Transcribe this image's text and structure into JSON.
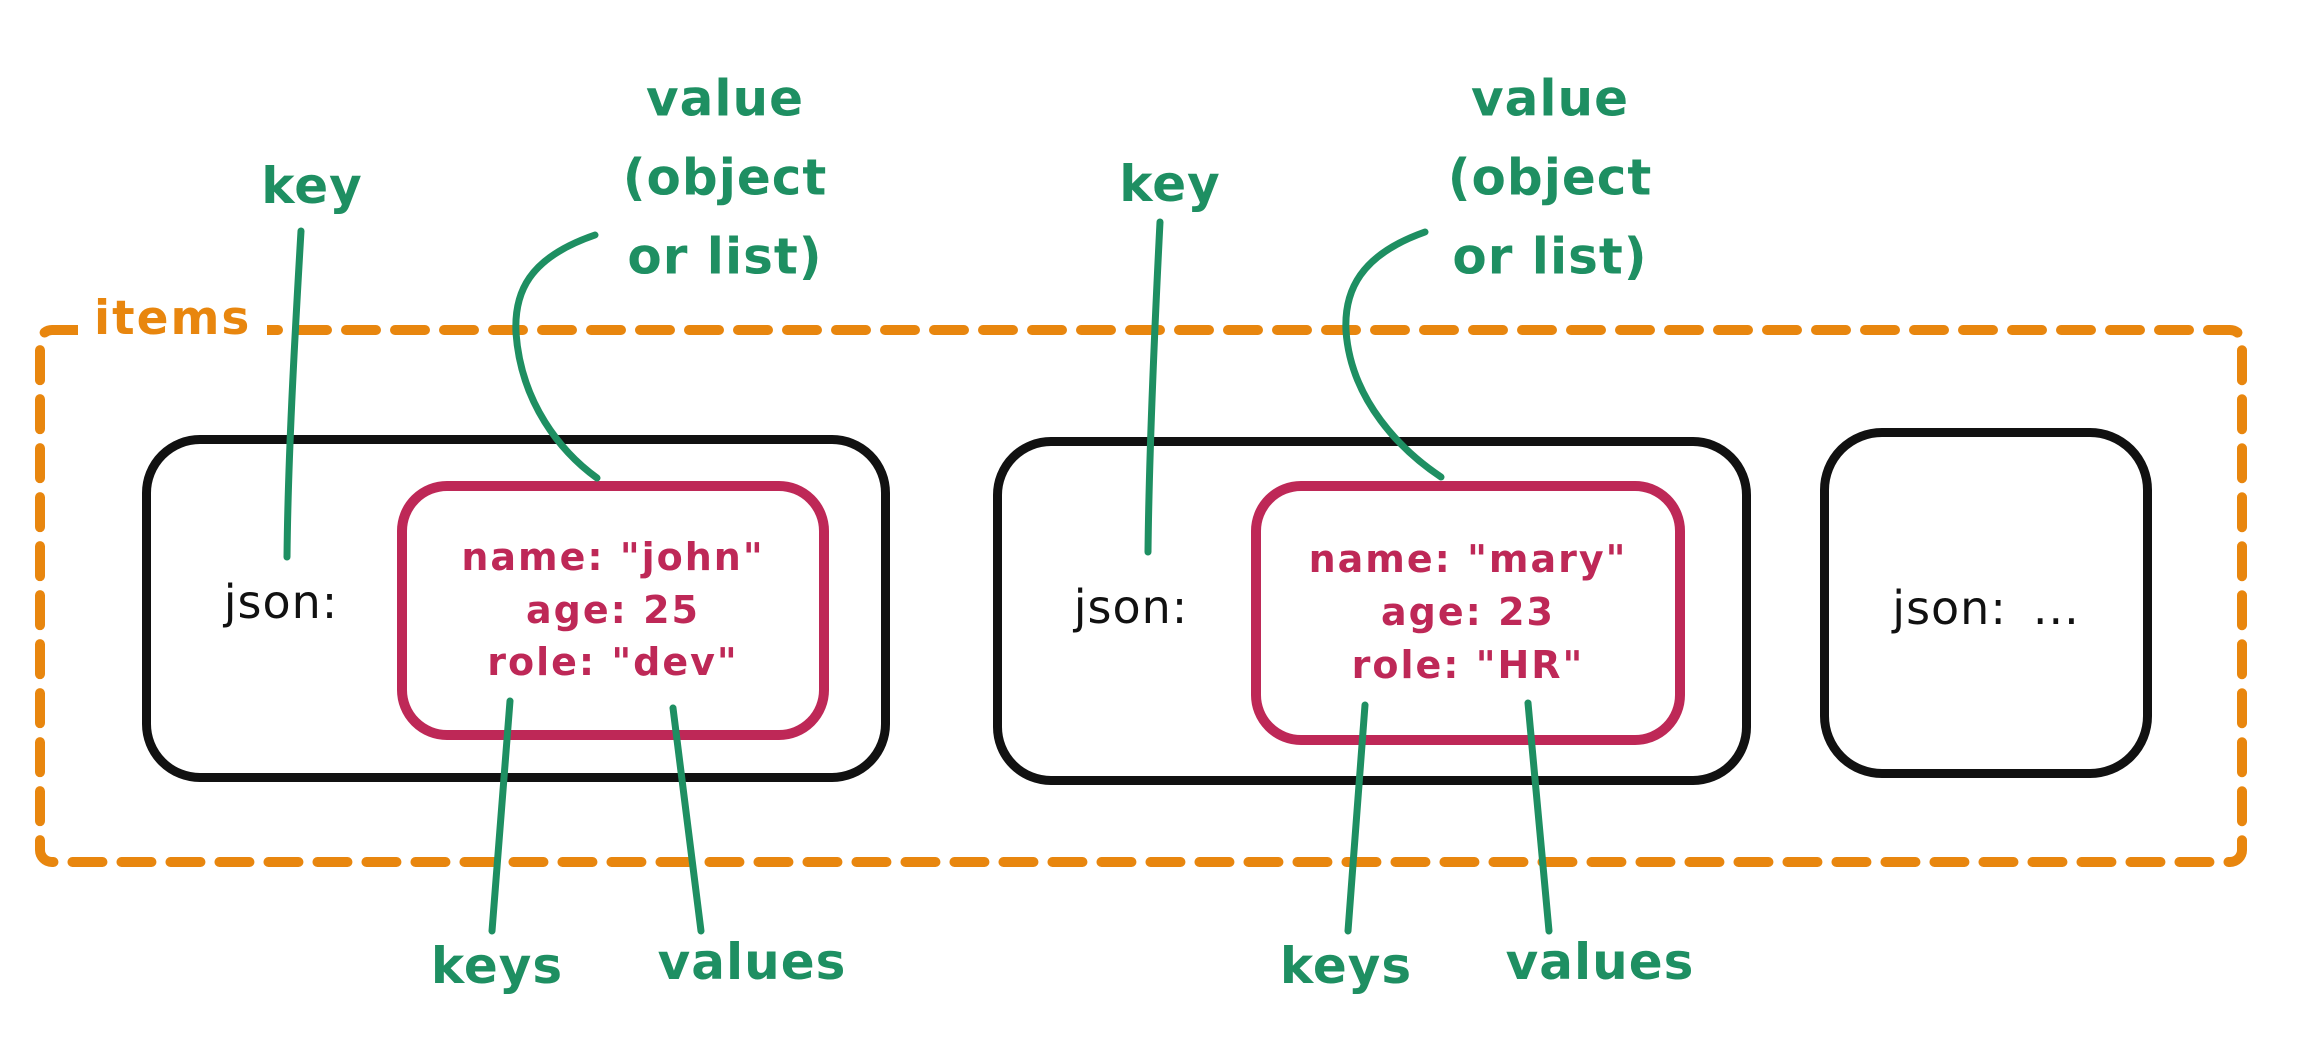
{
  "colors": {
    "orange": "#E8860E",
    "green": "#1E8F62",
    "crimson": "#BE2857",
    "ink": "#111111",
    "paper": "#FFFFFF"
  },
  "container": {
    "label": "items"
  },
  "cards": [
    {
      "key_label": "json:",
      "object_lines": [
        "name: \"john\"",
        "age: 25",
        "role: \"dev\""
      ]
    },
    {
      "key_label": "json:",
      "object_lines": [
        "name: \"mary\"",
        "age: 23",
        "role: \"HR\""
      ]
    },
    {
      "key_label": "json:",
      "more_indicator": "..."
    }
  ],
  "annotations": {
    "key_labels": [
      "key",
      "key"
    ],
    "value_labels": [
      [
        "value",
        "(object",
        "or list)"
      ],
      [
        "value",
        "(object",
        "or list)"
      ]
    ],
    "keys_labels": [
      "keys",
      "keys"
    ],
    "values_labels": [
      "values",
      "values"
    ]
  }
}
